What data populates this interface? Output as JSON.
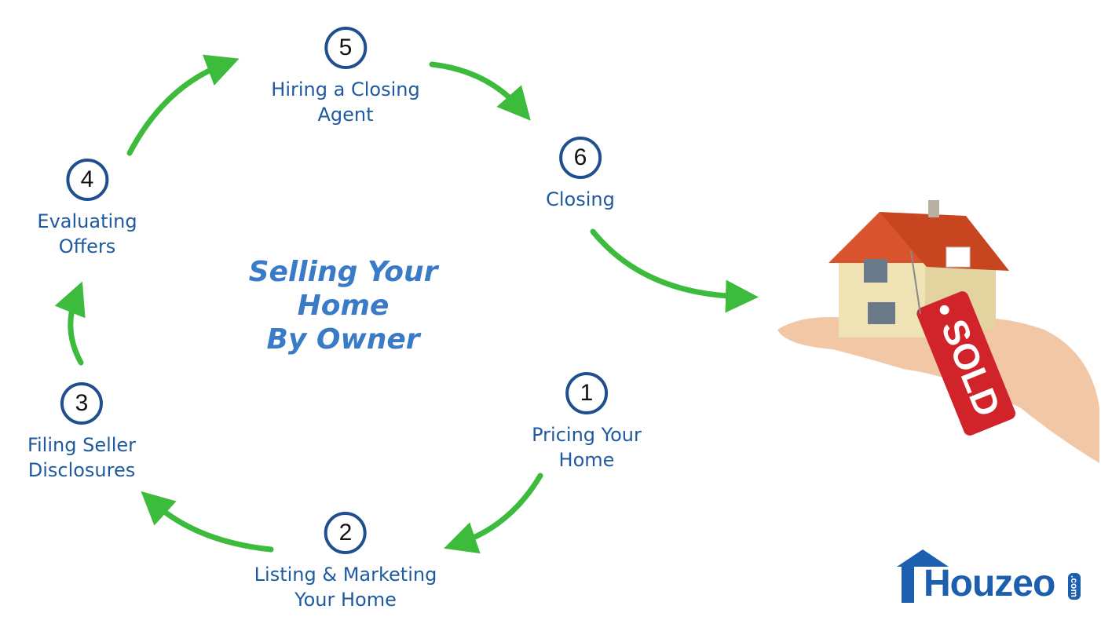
{
  "title": [
    "Selling Your",
    "Home",
    "By Owner"
  ],
  "steps": [
    {
      "number": "1",
      "label": [
        "Pricing Your",
        "Home"
      ]
    },
    {
      "number": "2",
      "label": [
        "Listing & Marketing",
        "Your Home"
      ]
    },
    {
      "number": "3",
      "label": [
        "Filing Seller",
        "Disclosures"
      ]
    },
    {
      "number": "4",
      "label": [
        "Evaluating",
        "Offers"
      ]
    },
    {
      "number": "5",
      "label": [
        "Hiring a Closing",
        "Agent"
      ]
    },
    {
      "number": "6",
      "label": [
        "Closing"
      ]
    }
  ],
  "image": {
    "tag_text": "SOLD"
  },
  "logo": {
    "name": "Houzeo",
    "suffix": ".com"
  },
  "colors": {
    "arrow": "#3cbb3c",
    "text": "#1f5aa0",
    "title": "#3a7bc8",
    "circle": "#1f4f8f",
    "tag": "#d1232a",
    "logo": "#1b5fae"
  }
}
